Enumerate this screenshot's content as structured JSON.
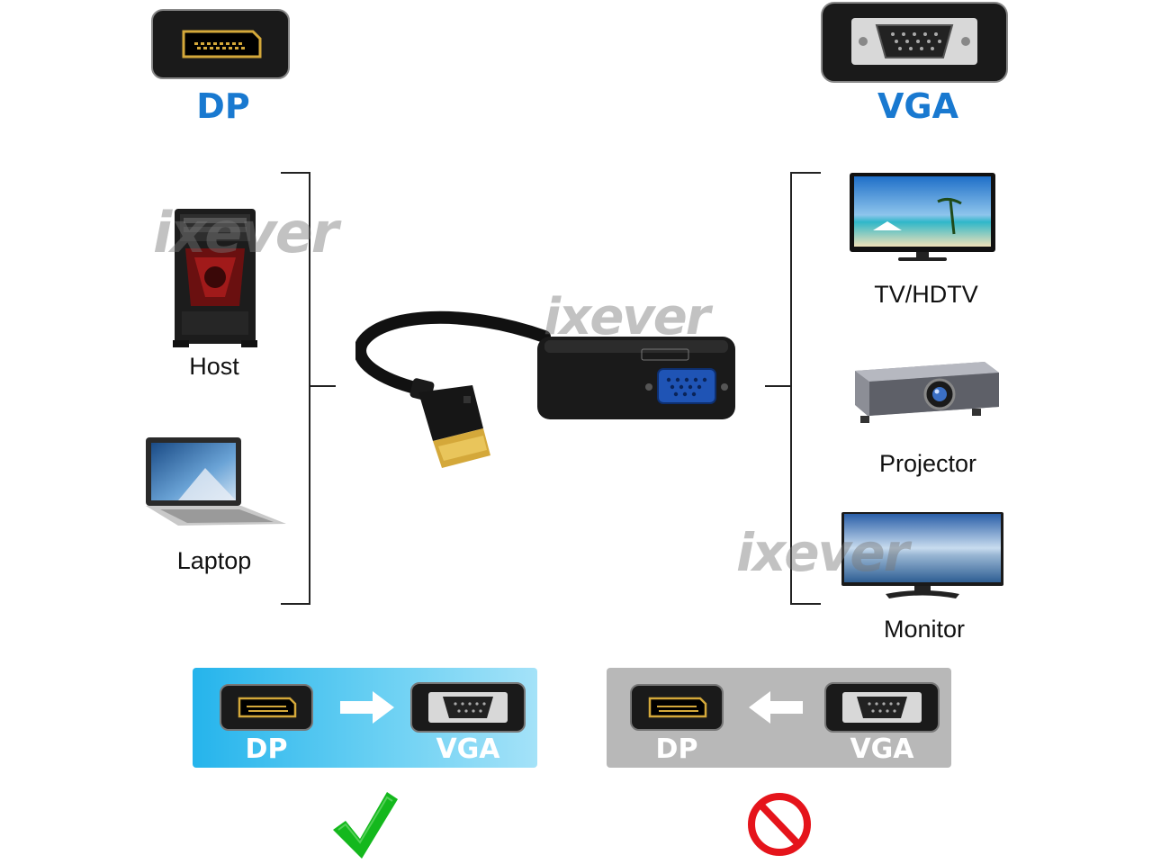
{
  "top": {
    "dp_label": "DP",
    "vga_label": "VGA"
  },
  "left_devices": [
    {
      "label": "Host"
    },
    {
      "label": "Laptop"
    }
  ],
  "right_devices": [
    {
      "label": "TV/HDTV"
    },
    {
      "label": "Projector"
    },
    {
      "label": "Monitor"
    }
  ],
  "watermarks": [
    "ixever",
    "ixever",
    "ixever"
  ],
  "supported": {
    "from_label": "DP",
    "to_label": "VGA",
    "direction": "right-arrow",
    "status_icon": "checkmark-icon"
  },
  "unsupported": {
    "from_label": "DP",
    "to_label": "VGA",
    "direction": "left-arrow",
    "status_icon": "prohibited-icon"
  },
  "colors": {
    "label_blue": "#1979d0",
    "supported_bg": "#4bc3ee",
    "unsupported_bg": "#b8b8b8",
    "check_green": "#14b81d",
    "no_red": "#e5141b",
    "gold": "#d4a83a"
  }
}
